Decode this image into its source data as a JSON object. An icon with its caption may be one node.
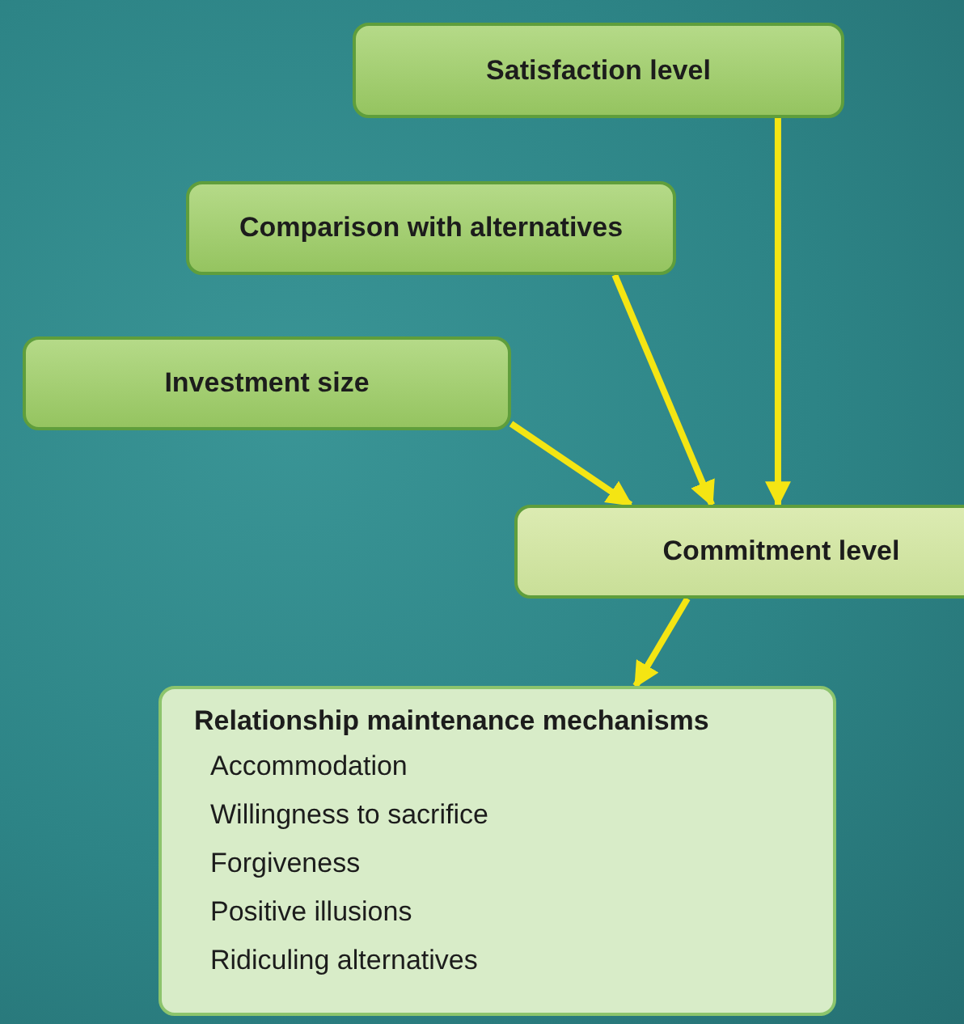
{
  "diagram": {
    "nodes": [
      {
        "text": [
          "Satisfaction level"
        ]
      },
      {
        "text": [
          "Comparison with alternatives"
        ]
      },
      {
        "text": [
          "Investment size"
        ]
      },
      {
        "text": [
          "Commitment level"
        ]
      },
      {
        "text": [
          "Relationship maintenance mechanisms",
          "Accommodation",
          "Willingness to sacrifice",
          "Forgiveness",
          "Positive illusions",
          "Ridiculing alternatives"
        ]
      }
    ],
    "edges": [
      {
        "from": 0,
        "to": 3,
        "arrow": "to"
      },
      {
        "from": 1,
        "to": 3,
        "arrow": "to"
      },
      {
        "from": 2,
        "to": 3,
        "arrow": "to"
      },
      {
        "from": 3,
        "to": 4,
        "arrow": "to"
      }
    ]
  }
}
